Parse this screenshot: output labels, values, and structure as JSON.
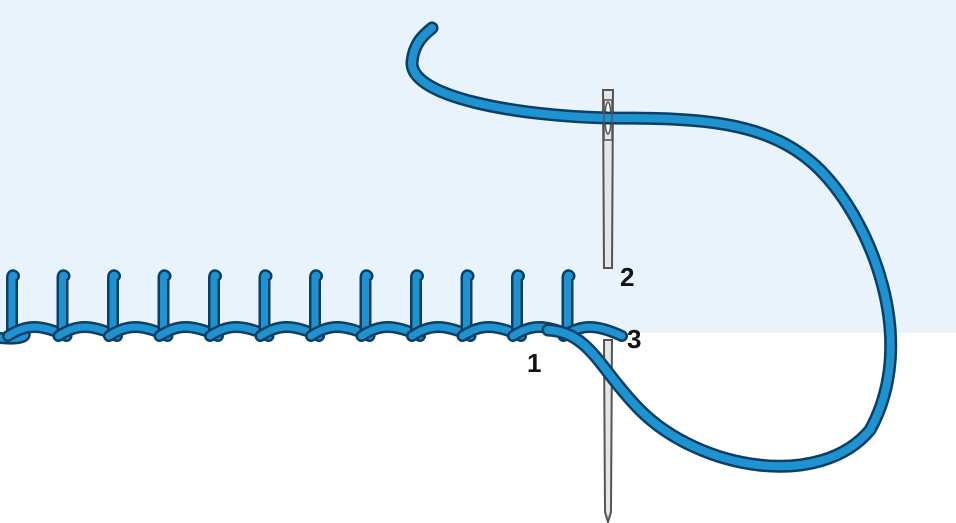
{
  "diagram": {
    "colors": {
      "fabric_top": "#e8f3fc",
      "fabric_bottom": "#ffffff",
      "thread": "#1f93cf",
      "thread_outline": "#0b3f66",
      "needle": "#e6e6e6",
      "needle_outline": "#555555"
    },
    "stitch_count": 12,
    "point_labels": {
      "one": "1",
      "two": "2",
      "three": "3"
    }
  }
}
